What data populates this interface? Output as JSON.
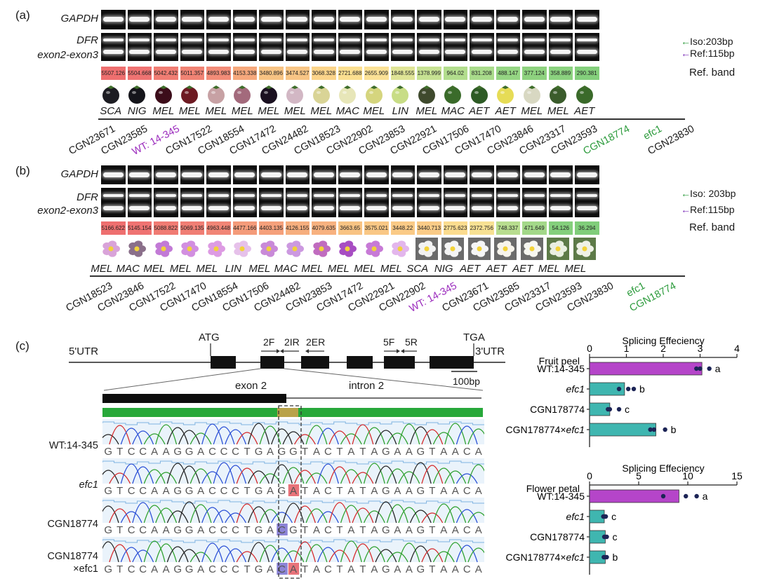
{
  "panel_a": {
    "label": "(a)",
    "row_gapdh": "GAPDH",
    "row_dfr": "DFR",
    "row_exon": "exon2-exon3",
    "iso": "Iso:203bp",
    "ref": "Ref:115bp",
    "ref_band_label": "Ref. band",
    "values": [
      "5507.126",
      "5504.668",
      "5042.432",
      "5011.357",
      "4893.983",
      "4153.338",
      "3480.896",
      "3474.527",
      "3068.328",
      "2721.688",
      "2655.909",
      "1848.555",
      "1378.999",
      "964.02",
      "831.208",
      "488.147",
      "377.124",
      "358.889",
      "290.381"
    ],
    "cell_colors": [
      "#ee6f6f",
      "#ef7372",
      "#f07d73",
      "#f08374",
      "#f28c78",
      "#f6a87c",
      "#f7c383",
      "#f8c585",
      "#fbd48a",
      "#fbdf90",
      "#fbe196",
      "#dfe496",
      "#c7e293",
      "#b2dd8d",
      "#a9db8b",
      "#95d583",
      "#8ed27f",
      "#8bd27f",
      "#84cf7c"
    ],
    "species": [
      "SCA",
      "NIG",
      "MEL",
      "MEL",
      "MEL",
      "MEL",
      "MEL",
      "MEL",
      "MEL",
      "MAC",
      "MEL",
      "LIN",
      "MEL",
      "MAC",
      "AET",
      "AET",
      "MEL",
      "MEL",
      "AET"
    ],
    "fruit_colors": [
      "#1c1c22",
      "#15151b",
      "#3c0d1a",
      "#6d1a22",
      "#c7a1a4",
      "#a36a7c",
      "#1a1020",
      "#d2b7c4",
      "#d9d496",
      "#e7e6b8",
      "#d5d57e",
      "#c8dd86",
      "#3f4a2d",
      "#3a6b2a",
      "#2e5b25",
      "#e6dc56",
      "#d8d8c2",
      "#3b5c2c",
      "#3a6a2a"
    ],
    "accessions": [
      "CGN23671",
      "CGN23585",
      "WT: 14-345",
      "CGN17522",
      "CGN18554",
      "CGN17472",
      "CGN24482",
      "CGN18523",
      "CGN22902",
      "CGN23853",
      "CGN22921",
      "CGN17506",
      "CGN17470",
      "CGN23846",
      "CGN23317",
      "CGN23593",
      "CGN18774",
      "efc1",
      "CGN23830"
    ],
    "accession_colors": [
      "#1a1a1a",
      "#1a1a1a",
      "#9b2bbd",
      "#1a1a1a",
      "#1a1a1a",
      "#1a1a1a",
      "#1a1a1a",
      "#1a1a1a",
      "#1a1a1a",
      "#1a1a1a",
      "#1a1a1a",
      "#1a1a1a",
      "#1a1a1a",
      "#1a1a1a",
      "#1a1a1a",
      "#1a1a1a",
      "#2a9a3a",
      "#2a9a3a",
      "#1a1a1a"
    ]
  },
  "panel_b": {
    "label": "(b)",
    "row_gapdh": "GAPDH",
    "row_dfr": "DFR",
    "row_exon": "exon2-exon3",
    "iso": "Iso: 203bp",
    "ref": "Ref:115bp",
    "ref_band_label": "Ref. band",
    "values": [
      "5166.622",
      "5145.154",
      "5088.822",
      "5069.135",
      "4963.448",
      "4477.166",
      "4403.135",
      "4126.155",
      "4079.635",
      "3663.65",
      "3575.021",
      "3448.22",
      "3440.713",
      "2775.623",
      "2372.756",
      "748.337",
      "471.649",
      "54.126",
      "36.294"
    ],
    "cell_colors": [
      "#ee6f6f",
      "#ef7372",
      "#f07b73",
      "#f07e74",
      "#f18576",
      "#f49b7a",
      "#f5a07b",
      "#f6ae7e",
      "#f7b17f",
      "#f8c383",
      "#f9c785",
      "#faca86",
      "#facb87",
      "#fbdc8f",
      "#f7e193",
      "#b8dd8f",
      "#a3d889",
      "#84cf7c",
      "#80cd7a"
    ],
    "species": [
      "MEL",
      "MAC",
      "MEL",
      "MEL",
      "MEL",
      "LIN",
      "MEL",
      "MAC",
      "MEL",
      "MEL",
      "MEL",
      "MEL",
      "SCA",
      "NIG",
      "AET",
      "AET",
      "AET",
      "MEL",
      "MEL"
    ],
    "flower_colors": [
      "#d9a3d9",
      "#8a6f8a",
      "#c27ad6",
      "#d28fe0",
      "#dd9be3",
      "#e6c1ea",
      "#c98ad8",
      "#cc99e0",
      "#c06cbf",
      "#a74dc2",
      "#c77ad6",
      "#e3b6ec",
      "#f2f2f2",
      "#f4f4f4",
      "#f6f6f6",
      "#f7f4ec",
      "#f6f6f0",
      "#e9efe1",
      "#eef1e6"
    ],
    "accessions": [
      "CGN18523",
      "CGN23846",
      "CGN17522",
      "CGN17470",
      "CGN18554",
      "CGN17506",
      "CGN24482",
      "CGN23853",
      "CGN17472",
      "CGN22921",
      "CGN22902",
      "WT: 14-345",
      "CGN23671",
      "CGN23585",
      "CGN23317",
      "CGN23593",
      "CGN23830",
      "efc1",
      "CGN18774"
    ],
    "accession_colors": [
      "#1a1a1a",
      "#1a1a1a",
      "#1a1a1a",
      "#1a1a1a",
      "#1a1a1a",
      "#1a1a1a",
      "#1a1a1a",
      "#1a1a1a",
      "#1a1a1a",
      "#1a1a1a",
      "#1a1a1a",
      "#9b2bbd",
      "#1a1a1a",
      "#1a1a1a",
      "#1a1a1a",
      "#1a1a1a",
      "#1a1a1a",
      "#2a9a3a",
      "#2a9a3a"
    ]
  },
  "panel_c": {
    "label": "(c)",
    "utr5": "5'UTR",
    "utr3": "3'UTR",
    "atg": "ATG",
    "tga": "TGA",
    "primers": [
      "2F",
      "2IR",
      "2ER",
      "5F",
      "5R"
    ],
    "scale": "100bp",
    "exon2": "exon 2",
    "intron2": "intron 2",
    "tracks": [
      {
        "label": "WT:14-345",
        "label2": "",
        "seq": "GTCCAAGGACCCTGAGGTACTATAGAAGTAACA",
        "highlight": []
      },
      {
        "label": "efc1",
        "label2": "",
        "seq": "GTCCAAGGACCCTGAGATACTATAGAAGTAACA",
        "highlight": [
          {
            "pos": 16,
            "color": "#e8737a"
          }
        ]
      },
      {
        "label": "CGN18774",
        "label2": "",
        "seq": "GTCCAAGGACCCTGACGTACTATAGAAGTAACA",
        "highlight": [
          {
            "pos": 15,
            "color": "#8c84d6"
          }
        ]
      },
      {
        "label": "CGN18774",
        "label2": "×efc1",
        "seq": "GTCCAAGGACCCTGACATACTATAGAAGTAACA",
        "highlight": [
          {
            "pos": 15,
            "color": "#8c84d6"
          },
          {
            "pos": 16,
            "color": "#e8737a"
          }
        ]
      }
    ]
  },
  "chart_data": [
    {
      "type": "bar",
      "title": "Splicing Effeciency",
      "panel": "Fruit peel",
      "categories": [
        "WT:14-345",
        "efc1",
        "CGN178774",
        "CGN178774×efc1"
      ],
      "values": [
        3.05,
        0.95,
        0.55,
        1.8
      ],
      "points": [
        [
          2.9,
          3.0,
          3.25
        ],
        [
          0.8,
          1.05,
          1.2
        ],
        [
          0.5,
          0.55,
          0.8
        ],
        [
          1.65,
          1.75,
          2.05
        ]
      ],
      "letters": [
        "a",
        "b",
        "c",
        "b"
      ],
      "xlim": [
        0,
        4
      ],
      "ticks": [
        0,
        1,
        2,
        3,
        4
      ],
      "bar_colors": [
        "#b545c9",
        "#3fb6b0",
        "#3fb6b0",
        "#3fb6b0"
      ]
    },
    {
      "type": "bar",
      "title": "Splicing Effeciency",
      "panel": "Flower petal",
      "categories": [
        "WT:14-345",
        "efc1",
        "CGN178774",
        "CGN178774×efc1"
      ],
      "values": [
        9.1,
        1.5,
        1.6,
        1.6
      ],
      "points": [
        [
          7.5,
          9.8,
          10.9
        ],
        [
          1.4,
          1.55,
          1.65
        ],
        [
          1.5,
          1.6,
          1.75
        ],
        [
          1.45,
          1.6,
          1.75
        ]
      ],
      "letters": [
        "a",
        "c",
        "c",
        "b"
      ],
      "xlim": [
        0,
        15
      ],
      "ticks": [
        0,
        5,
        10,
        15
      ],
      "bar_colors": [
        "#b545c9",
        "#3fb6b0",
        "#3fb6b0",
        "#3fb6b0"
      ]
    }
  ]
}
